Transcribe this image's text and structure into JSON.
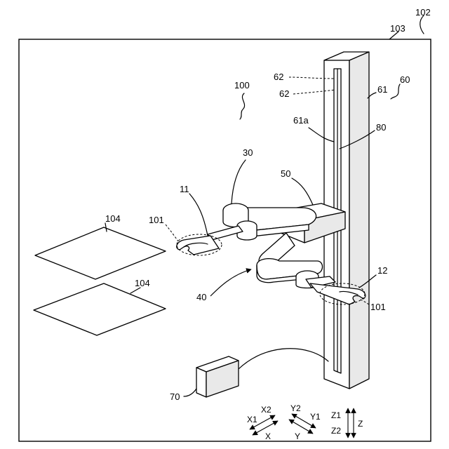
{
  "labels": {
    "ref_102": "102",
    "ref_103": "103",
    "ref_100": "100",
    "ref_60": "60",
    "ref_61": "61",
    "ref_62a": "62",
    "ref_62b": "62",
    "ref_61a": "61a",
    "ref_80": "80",
    "ref_30": "30",
    "ref_50": "50",
    "ref_11": "11",
    "ref_101a": "101",
    "ref_104a": "104",
    "ref_104b": "104",
    "ref_40": "40",
    "ref_12": "12",
    "ref_101b": "101",
    "ref_70": "70"
  },
  "axes": {
    "x1": "X1",
    "x2": "X2",
    "x": "X",
    "y1": "Y1",
    "y2": "Y2",
    "y": "Y",
    "z1": "Z1",
    "z2": "Z2",
    "z": "Z"
  }
}
